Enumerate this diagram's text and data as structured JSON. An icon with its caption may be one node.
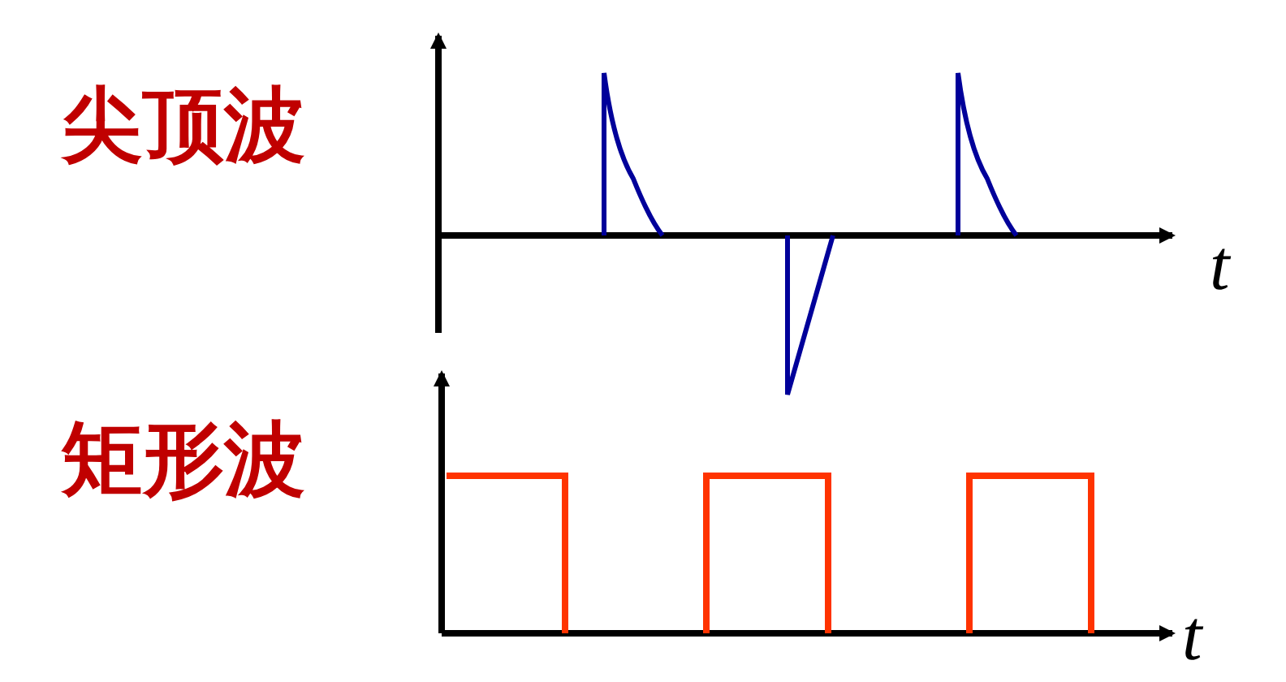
{
  "diagram": {
    "labels": [
      "尖顶波",
      "t",
      "矩形波",
      "t"
    ]
  }
}
